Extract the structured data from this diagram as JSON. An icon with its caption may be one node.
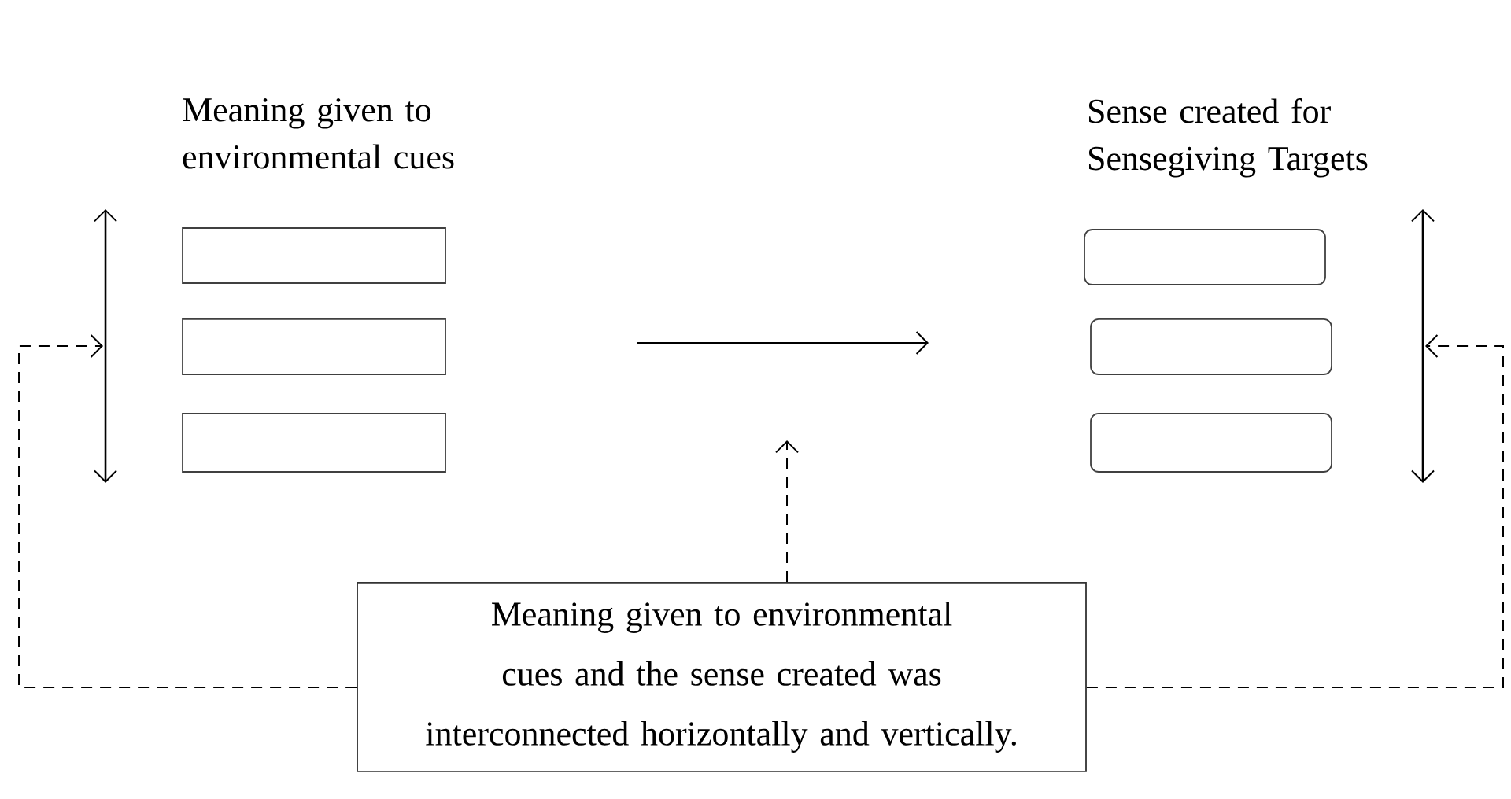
{
  "diagram": {
    "nodes": [
      {
        "text": [],
        "shape": "box"
      },
      {
        "text": [],
        "shape": "box"
      },
      {
        "text": [],
        "shape": "box"
      },
      {
        "text": [],
        "shape": "box"
      },
      {
        "text": [],
        "shape": "box"
      },
      {
        "text": [],
        "shape": "box"
      },
      {
        "text": [
          "Meaning given to environmental cues and the sense created was interconnected horizontally and vertically."
        ]
      },
      {
        "text": [],
        "shape": "arrow"
      },
      {
        "text": [],
        "shape": "arrow"
      }
    ],
    "edges": [
      {
        "from": 6,
        "to": null,
        "arrow": "to",
        "style": "dashed"
      },
      {
        "from": 6,
        "to": 7,
        "arrow": "to",
        "style": "dashed"
      },
      {
        "from": 6,
        "to": 8,
        "arrow": "to",
        "style": "dashed"
      }
    ],
    "labels": [
      "Meaning given to environmental cues",
      "Sense created for Sensegiving Targets"
    ]
  }
}
